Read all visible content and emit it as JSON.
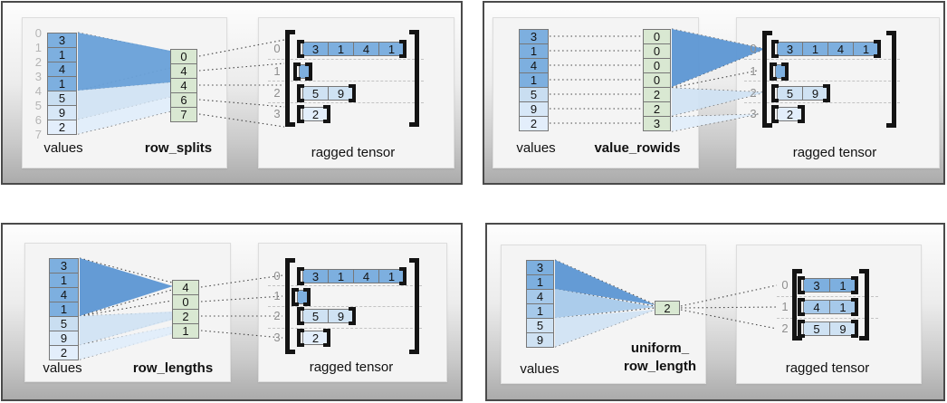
{
  "panels": [
    {
      "values_label": "values",
      "method_label": "row_splits",
      "tensor_label": "ragged tensor",
      "values": [
        "3",
        "1",
        "4",
        "1",
        "5",
        "9",
        "2"
      ],
      "boundary_indices": [
        "0",
        "1",
        "2",
        "3",
        "4",
        "5",
        "6",
        "7"
      ],
      "middle": [
        "0",
        "4",
        "4",
        "6",
        "7"
      ],
      "row_indices": [
        "0",
        "1",
        "2",
        "3"
      ],
      "tensor_rows": [
        [
          "3",
          "1",
          "4",
          "1"
        ],
        [],
        [
          "5",
          "9"
        ],
        [
          "2"
        ]
      ]
    },
    {
      "values_label": "values",
      "method_label": "value_rowids",
      "tensor_label": "ragged tensor",
      "values": [
        "3",
        "1",
        "4",
        "1",
        "5",
        "9",
        "2"
      ],
      "middle": [
        "0",
        "0",
        "0",
        "0",
        "2",
        "2",
        "3"
      ],
      "row_indices": [
        "0",
        "1",
        "2",
        "3"
      ],
      "tensor_rows": [
        [
          "3",
          "1",
          "4",
          "1"
        ],
        [],
        [
          "5",
          "9"
        ],
        [
          "2"
        ]
      ]
    },
    {
      "values_label": "values",
      "method_label": "row_lengths",
      "tensor_label": "ragged tensor",
      "values": [
        "3",
        "1",
        "4",
        "1",
        "5",
        "9",
        "2"
      ],
      "middle": [
        "4",
        "0",
        "2",
        "1"
      ],
      "row_indices": [
        "0",
        "1",
        "2",
        "3"
      ],
      "tensor_rows": [
        [
          "3",
          "1",
          "4",
          "1"
        ],
        [],
        [
          "5",
          "9"
        ],
        [
          "2"
        ]
      ]
    },
    {
      "values_label": "values",
      "method_label_line1": "uniform_",
      "method_label_line2": "row_length",
      "tensor_label": "ragged tensor",
      "values": [
        "3",
        "1",
        "4",
        "1",
        "5",
        "9"
      ],
      "middle": [
        "2"
      ],
      "row_indices": [
        "0",
        "1",
        "2"
      ],
      "tensor_rows": [
        [
          "3",
          "1"
        ],
        [
          "4",
          "1"
        ],
        [
          "5",
          "9"
        ]
      ]
    }
  ],
  "colors": {
    "cell_dark": "#7dafdf",
    "cell_medium": "#a6c9ea",
    "cell_light": "#cfe2f3",
    "middle_green": "#d9e8d2",
    "funnel_dark": "#5e97d3",
    "panel_border": "#4a4a4a"
  }
}
